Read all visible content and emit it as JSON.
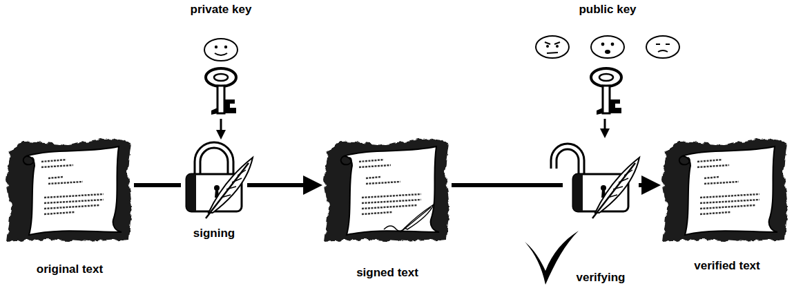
{
  "diagram": {
    "nodes": [
      {
        "text": [
          "original text"
        ]
      },
      {
        "text": [
          "private key"
        ]
      },
      {
        "text": [
          "signing"
        ]
      },
      {
        "text": [
          "signed text"
        ]
      },
      {
        "text": [
          "public key"
        ]
      },
      {
        "text": [
          "verifying"
        ]
      },
      {
        "text": [
          "verified text"
        ]
      }
    ],
    "edges": [
      {
        "from": 0,
        "to": 2,
        "arrow": "none"
      },
      {
        "from": 1,
        "to": 2,
        "arrow": "to"
      },
      {
        "from": 2,
        "to": 3,
        "arrow": "to"
      },
      {
        "from": 3,
        "to": 5,
        "arrow": "none"
      },
      {
        "from": 4,
        "to": 5,
        "arrow": "to"
      },
      {
        "from": 5,
        "to": 6,
        "arrow": "to"
      }
    ]
  }
}
